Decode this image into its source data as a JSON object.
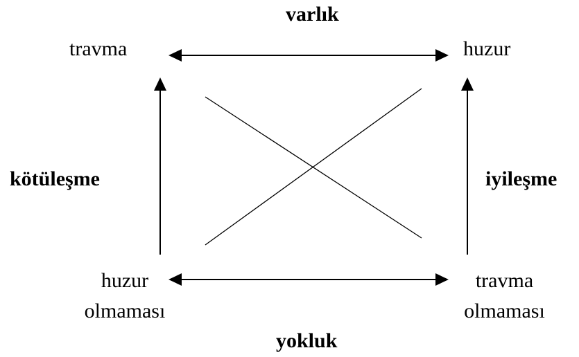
{
  "diagram": {
    "top_label": "varlık",
    "bottom_label": "yokluk",
    "left_label": "kötüleşme",
    "right_label": "iyileşme",
    "corners": {
      "top_left": "travma",
      "top_right": "huzur",
      "bottom_left_line1": "huzur",
      "bottom_left_line2": "olmaması",
      "bottom_right_line1": "travma",
      "bottom_right_line2": "olmaması"
    },
    "colors": {
      "stroke": "#000000",
      "background": "#ffffff"
    }
  }
}
